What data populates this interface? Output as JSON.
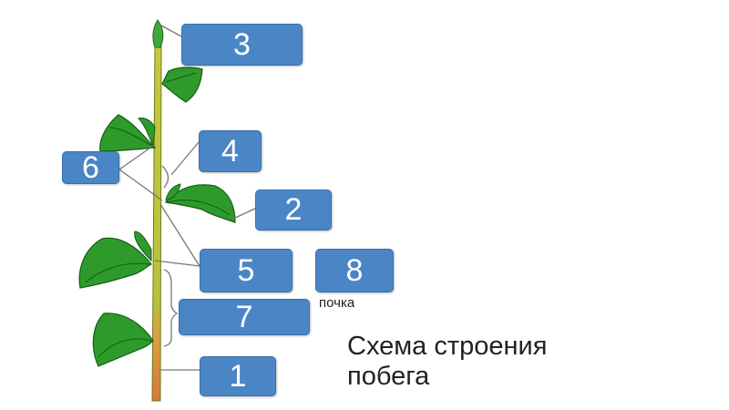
{
  "labels": {
    "n1": "1",
    "n2": "2",
    "n3": "3",
    "n4": "4",
    "n5": "5",
    "n6": "6",
    "n7": "7",
    "n8": "8"
  },
  "caption": "почка",
  "title_line1": "Схема строения",
  "title_line2": "побега",
  "colors": {
    "label_box": "#4a86c6",
    "leaf": "#2f9a2c",
    "stem": "#c9c43a",
    "stem_base": "#d98a3c"
  }
}
